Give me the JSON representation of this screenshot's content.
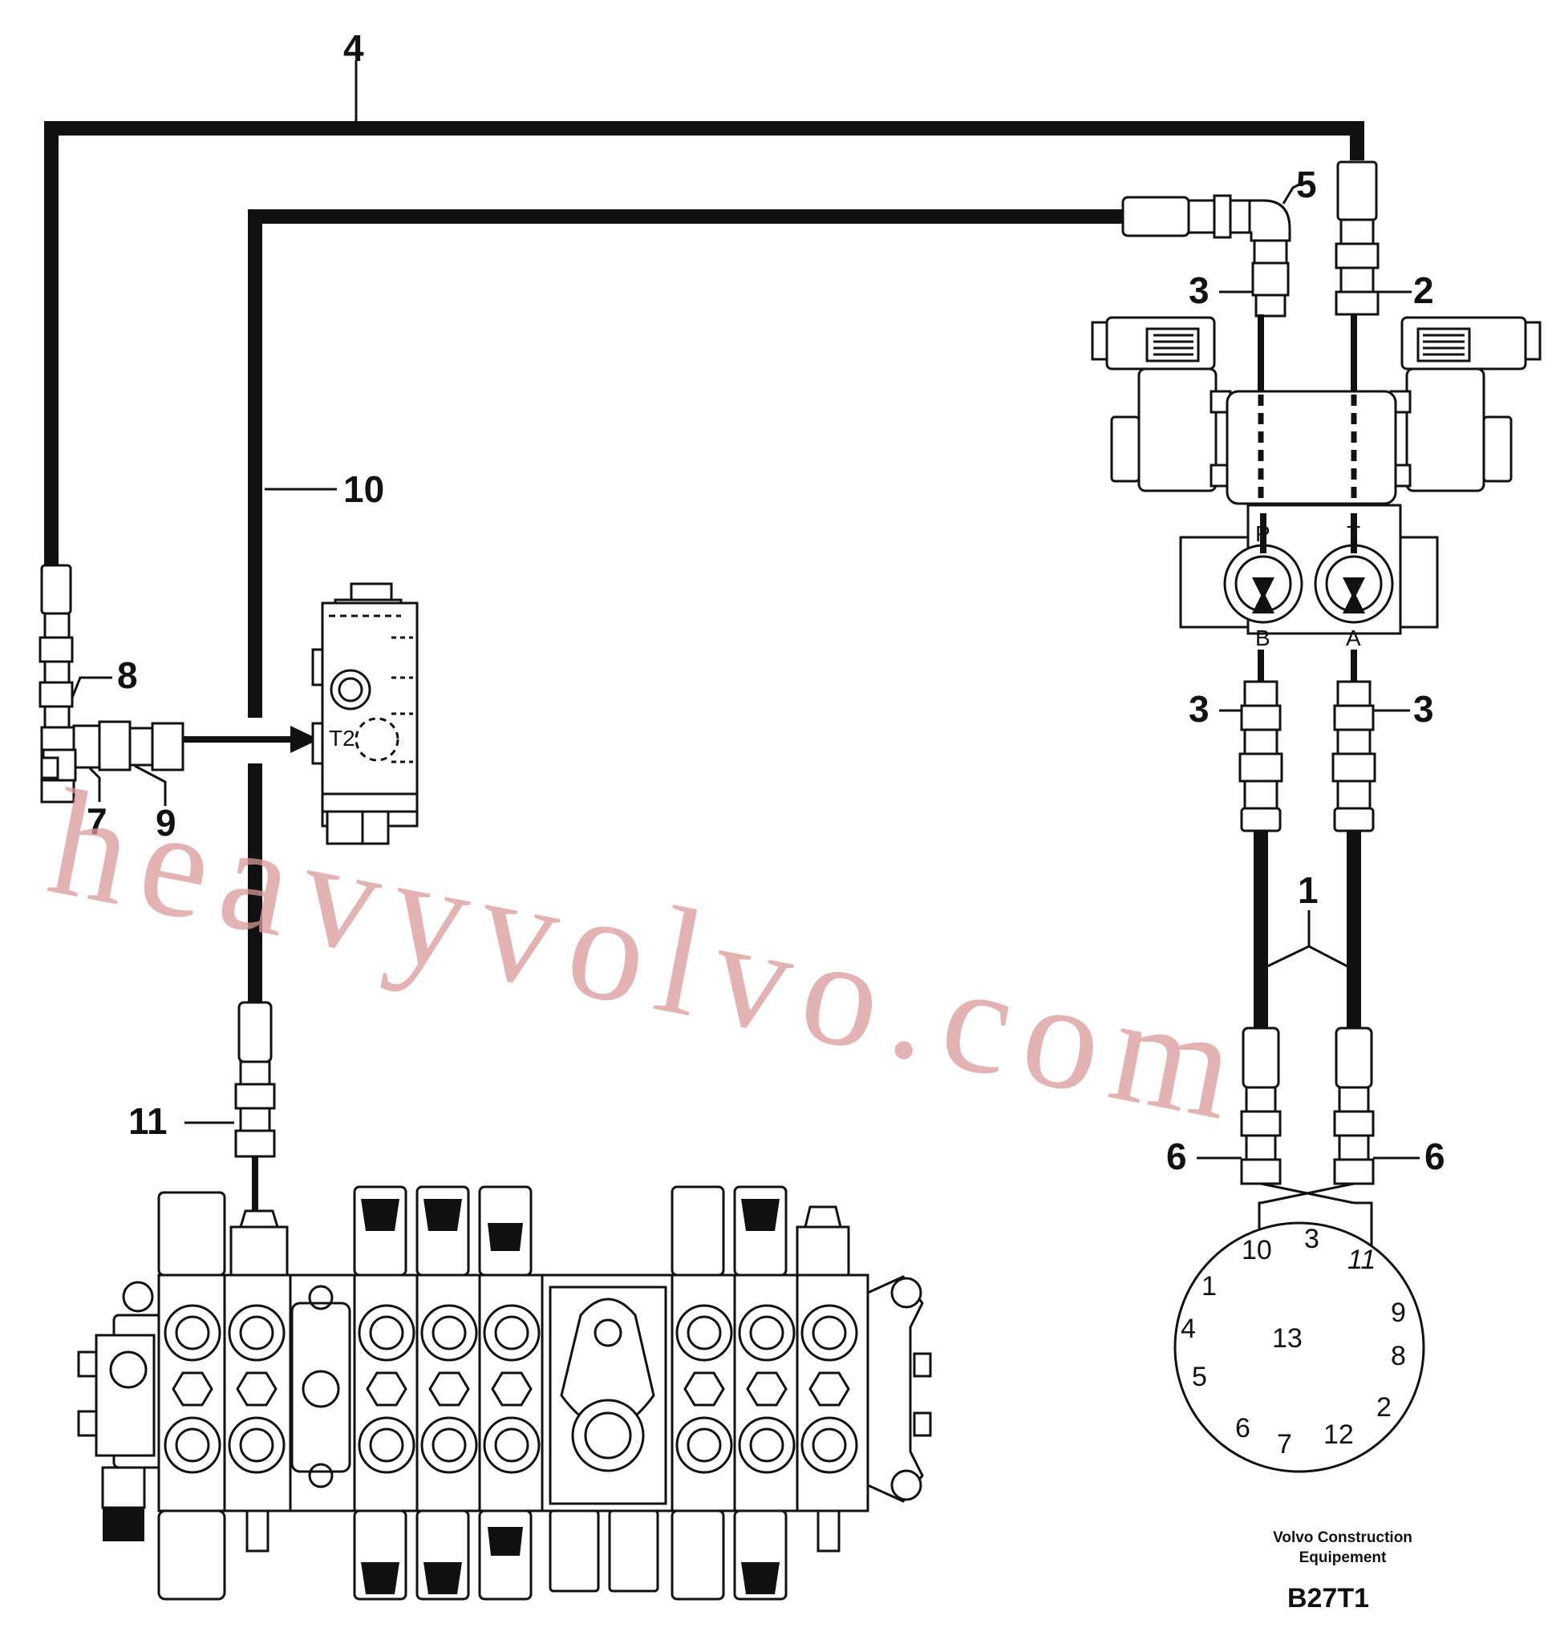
{
  "callouts": {
    "c1": "1",
    "c2": "2",
    "c3a": "3",
    "c3b": "3",
    "c3c": "3",
    "c4": "4",
    "c5": "5",
    "c6a": "6",
    "c6b": "6",
    "c7": "7",
    "c8": "8",
    "c9": "9",
    "c10": "10",
    "c11": "11"
  },
  "ports": {
    "p": "P",
    "t": "T",
    "b": "B",
    "a": "A",
    "t2": "T2"
  },
  "connector_pins": [
    "10",
    "3",
    "11",
    "1",
    "9",
    "4",
    "13",
    "8",
    "5",
    "2",
    "6",
    "7",
    "12"
  ],
  "credit": {
    "line1": "Volvo Construction",
    "line2": "Equipement"
  },
  "drawing_code": "B27T1",
  "watermark": "heavyvolvo.com"
}
